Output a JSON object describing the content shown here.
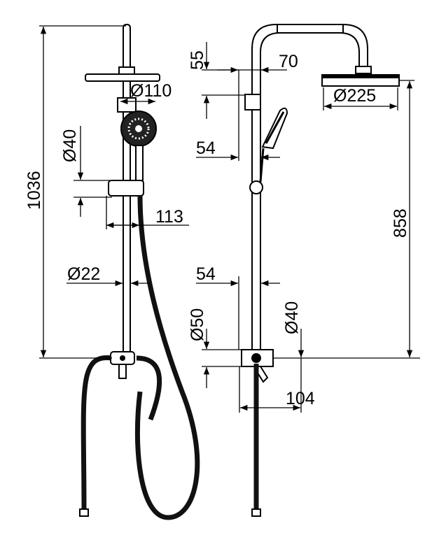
{
  "front_view": {
    "total_height": "1036",
    "hand_shower_diameter": "Ø110",
    "slider_diameter": "Ø40",
    "slider_offset": "113",
    "rail_diameter": "Ø22"
  },
  "side_view": {
    "top_clamp_height": "55",
    "top_arm_offset": "70",
    "upper_depth": "54",
    "head_diameter": "Ø225",
    "head_height": "858",
    "lower_depth": "54",
    "mixer_diameter": "Ø50",
    "outlet_diameter": "Ø40",
    "mixer_depth": "104"
  }
}
